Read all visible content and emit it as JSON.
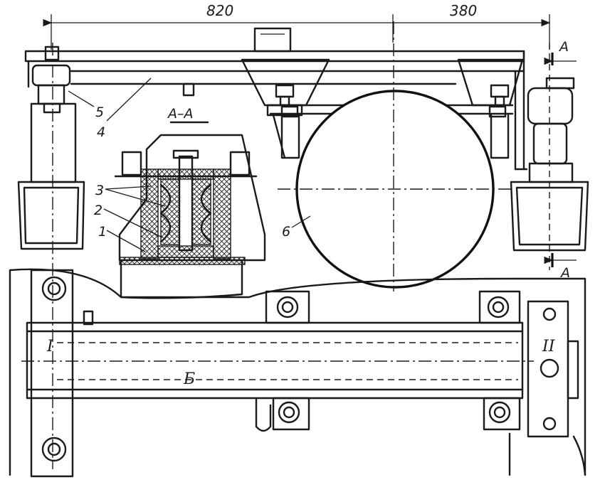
{
  "dimensions": {
    "left": "820",
    "right": "380"
  },
  "section": {
    "title": "А–А",
    "mark_top": "А",
    "mark_bottom": "А"
  },
  "callouts": {
    "part_1": "1",
    "part_2": "2",
    "part_3": "3",
    "part_4": "4",
    "part_5": "5",
    "part_6": "6"
  },
  "frame": {
    "roman_left": "I",
    "roman_right": "II",
    "beam_mark": "Б"
  },
  "colors": {
    "ink": "#1a1a1a",
    "paper": "#ffffff"
  }
}
